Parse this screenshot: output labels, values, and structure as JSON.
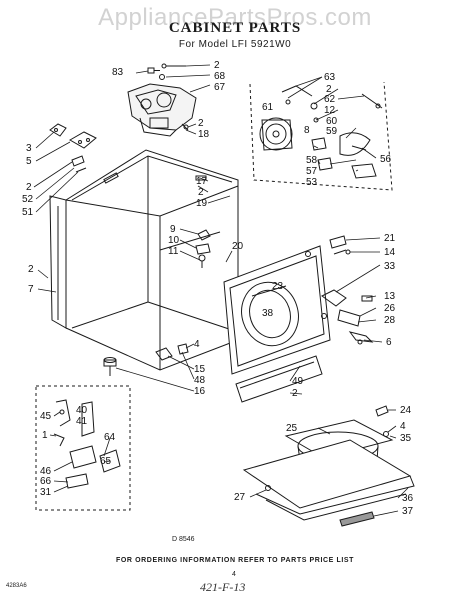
{
  "watermark": "AppliancePartsPros.com",
  "title": "CABINET PARTS",
  "subtitle": "For Model LFI 5921W0",
  "callouts": {
    "c83": "83",
    "c2a": "2",
    "c68": "68",
    "c67": "67",
    "c2b": "2",
    "c18": "18",
    "c3": "3",
    "c5": "5",
    "c2c": "2",
    "c52": "52",
    "c51": "51",
    "c17": "17",
    "c2d": "2",
    "c19": "19",
    "c9": "9",
    "c10": "10",
    "c11": "11",
    "c20": "20",
    "c2e": "2",
    "c7": "7",
    "c23": "23",
    "c38": "38",
    "c4a": "4",
    "c15": "15",
    "c48": "48",
    "c16": "16",
    "c49": "49",
    "c2f": "2",
    "c63": "63",
    "c2g": "2",
    "c62": "62",
    "c12": "12",
    "c61": "61",
    "c60": "60",
    "c8": "8",
    "c59": "59",
    "c58": "58",
    "c57": "57",
    "c53": "53",
    "c56": "56",
    "c21": "21",
    "c14": "14",
    "c33": "33",
    "c13": "13",
    "c26": "26",
    "c28": "28",
    "c6": "6",
    "c24": "24",
    "c25": "25",
    "c4b": "4",
    "c35": "35",
    "c27": "27",
    "c36": "36",
    "c37": "37",
    "c45": "45",
    "c40": "40",
    "c41": "41",
    "c1": "1",
    "c64": "64",
    "c46": "46",
    "c66": "66",
    "c65": "65",
    "c31": "31"
  },
  "diagram_code": "D 8546",
  "footer": "FOR ORDERING INFORMATION REFER TO PARTS PRICE LIST",
  "page_number": "4",
  "left_code": "4283A6",
  "hand_note": "421-F-13"
}
